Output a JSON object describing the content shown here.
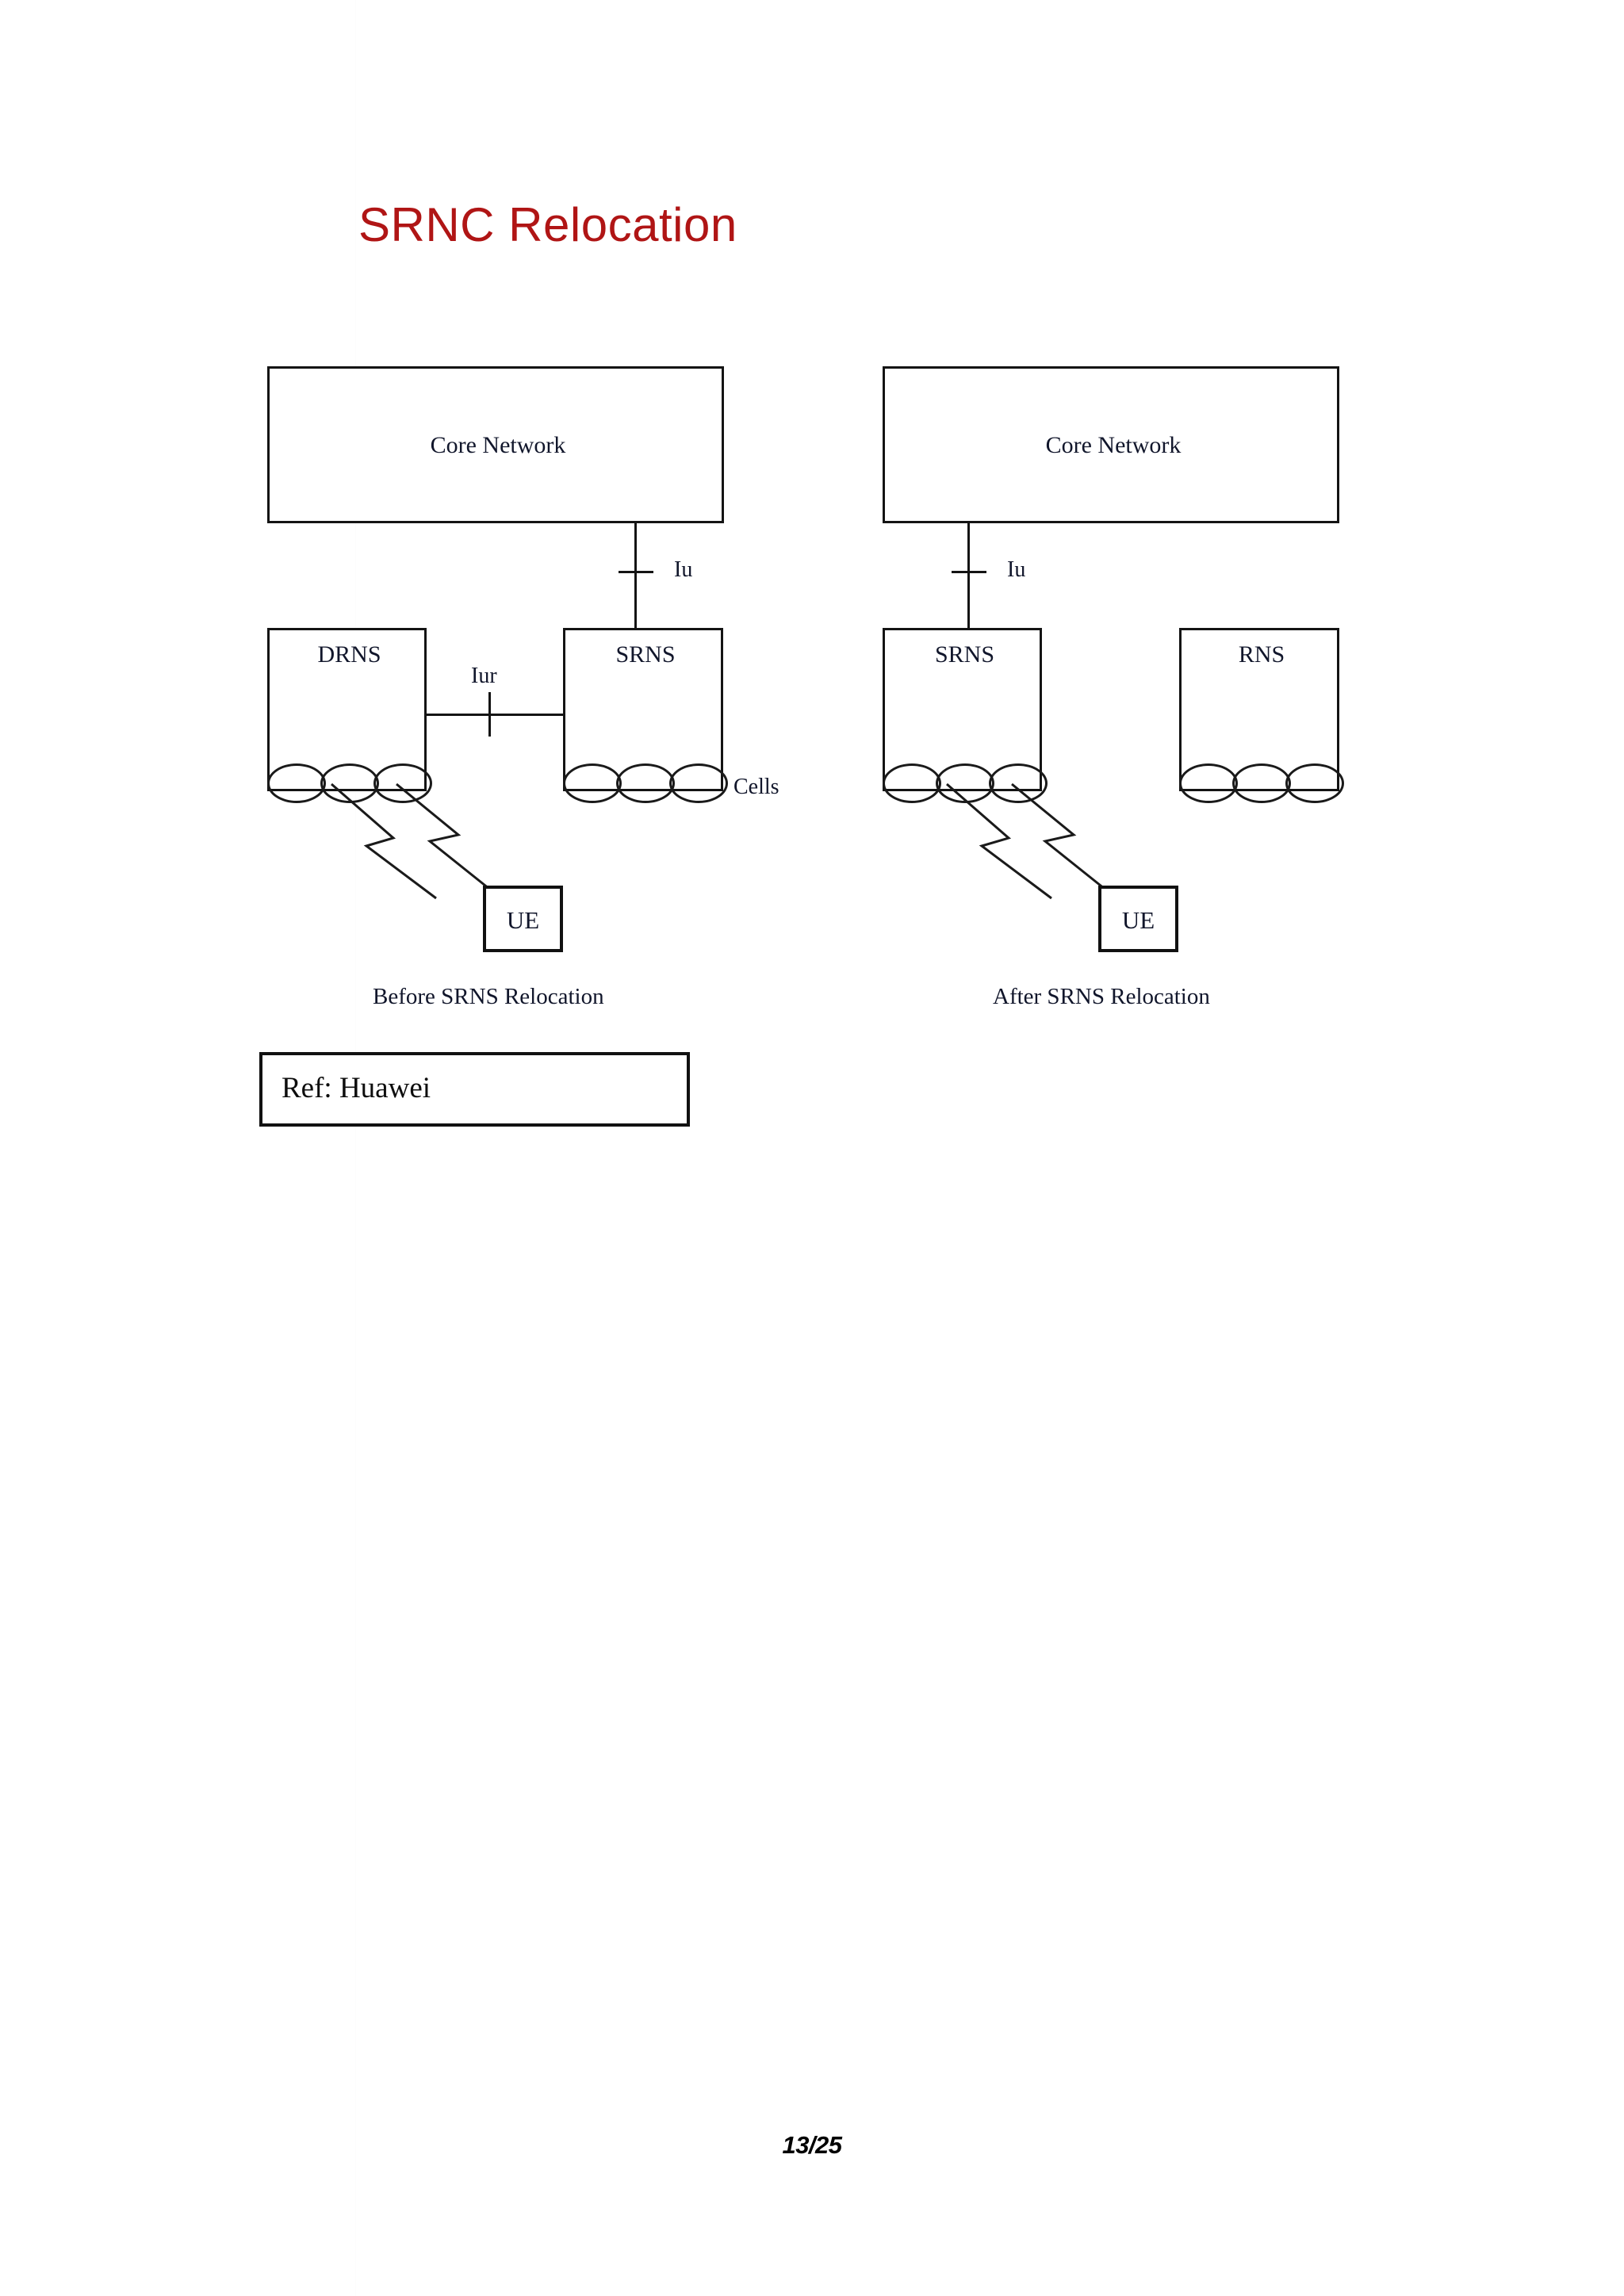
{
  "slide": {
    "title": "SRNC Relocation",
    "title_color": "#b01515",
    "page_number": "13/25"
  },
  "reference": {
    "text": "Ref: Huawei"
  },
  "diagrams": [
    {
      "id": "before",
      "caption": "Before SRNS Relocation",
      "core_network_label": "Core Network",
      "iu_label": "Iu",
      "iur_label": "Iur",
      "cells_label": "Cells",
      "ue_label": "UE",
      "left_node_label": "DRNS",
      "right_node_label": "SRNS",
      "has_iur_link": true,
      "ue_served_by": "DRNS"
    },
    {
      "id": "after",
      "caption": "After SRNS Relocation",
      "core_network_label": "Core Network",
      "iu_label": "Iu",
      "iur_label": "",
      "cells_label": "",
      "ue_label": "UE",
      "left_node_label": "SRNS",
      "right_node_label": "RNS",
      "has_iur_link": false,
      "ue_served_by": "SRNS"
    }
  ]
}
